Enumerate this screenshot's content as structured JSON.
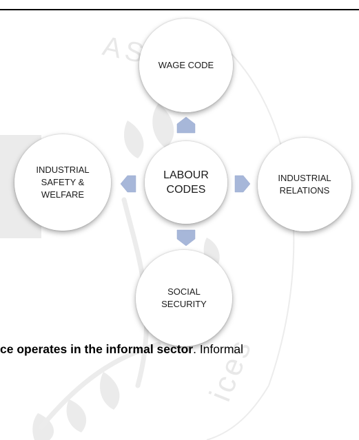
{
  "diagram": {
    "center": "LABOUR\nCODES",
    "top": "WAGE CODE",
    "right": "INDUSTRIAL\nRELATIONS",
    "bottom": "SOCIAL\nSECURITY",
    "left": "INDUSTRIAL\nSAFETY &\nWELFARE"
  },
  "watermark": {
    "arc_text": "ASTU",
    "side_text": "ices"
  },
  "body": {
    "bold_text": "ce operates in the informal sector",
    "rest_text": ". Informal"
  },
  "colors": {
    "arrow": "#a7b7d9",
    "watermark": "#e6e6e6",
    "node_shadow": "#7f7f7f"
  }
}
